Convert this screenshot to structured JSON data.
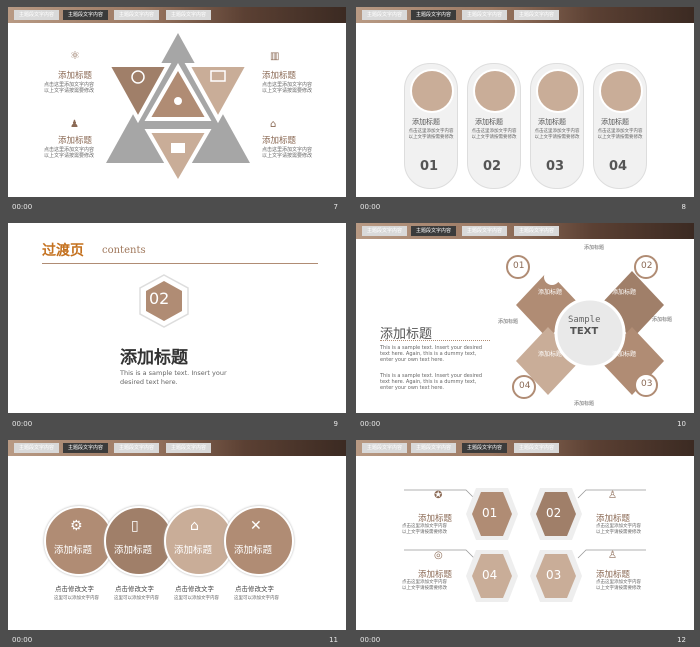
{
  "tabs": [
    "主题段文字内容",
    "主题段文字内容",
    "主题段文字内容",
    "主题段文字内容"
  ],
  "footer_time": "00:00",
  "colors": {
    "brown": "#b08c74",
    "dark_brown": "#8b6a55",
    "gray": "#a6a6a6",
    "bg": "#4d4d4d"
  },
  "slide7": {
    "page": "7",
    "items": [
      {
        "icon": "atom-icon",
        "title": "添加标题",
        "desc": "点击这里添加文字内容\n以上文字请按需要修改"
      },
      {
        "icon": "chart-icon",
        "title": "添加标题",
        "desc": "点击这里添加文字内容\n以上文字请按需要修改"
      },
      {
        "icon": "team-icon",
        "title": "添加标题",
        "desc": "点击这里添加文字内容\n以上文字请按需要修改"
      },
      {
        "icon": "bank-icon",
        "title": "添加标题",
        "desc": "点击这里添加文字内容\n以上文字请按需要修改"
      }
    ]
  },
  "slide8": {
    "page": "8",
    "cards": [
      {
        "title": "添加标题",
        "desc": "点击这里添加文字内容\n以上文字请按需要修改",
        "num": "01"
      },
      {
        "title": "添加标题",
        "desc": "点击这里添加文字内容\n以上文字请按需要修改",
        "num": "02"
      },
      {
        "title": "添加标题",
        "desc": "点击这里添加文字内容\n以上文字请按需要修改",
        "num": "03"
      },
      {
        "title": "添加标题",
        "desc": "点击这里添加文字内容\n以上文字请按需要修改",
        "num": "04"
      }
    ]
  },
  "slide9": {
    "page": "9",
    "heading": "过渡页",
    "sub": "contents",
    "num": "02",
    "title": "添加标题",
    "text": "This is a sample text. Insert your desired text here."
  },
  "slide10": {
    "page": "10",
    "center1": "Sample",
    "center2": "TEXT",
    "nums": [
      "01",
      "02",
      "03",
      "04"
    ],
    "petal_label": "添加标题",
    "callouts": [
      "添加标题",
      "添加标题",
      "添加标题",
      "添加标题"
    ],
    "title": "添加标题",
    "para1": "This is a sample text. Insert your desired text here. Again, this is a dummy text, enter your own text here.",
    "para2": "This is a sample text. Insert your desired text here. Again, this is a dummy text, enter your own text here."
  },
  "slide11": {
    "page": "11",
    "items": [
      {
        "icon": "gear-icon",
        "label": "添加标题",
        "sub": "点击修改文字",
        "desc": "这里可以添加文字内容"
      },
      {
        "icon": "phone-icon",
        "label": "添加标题",
        "sub": "点击修改文字",
        "desc": "这里可以添加文字内容"
      },
      {
        "icon": "home-icon",
        "label": "添加标题",
        "sub": "点击修改文字",
        "desc": "这里可以添加文字内容"
      },
      {
        "icon": "tools-icon",
        "label": "添加标题",
        "sub": "点击修改文字",
        "desc": "这里可以添加文字内容"
      }
    ]
  },
  "slide12": {
    "page": "12",
    "items": [
      {
        "num": "01",
        "title": "添加标题",
        "desc": "点击这里添加文字内容\n以上文字请按需要修改"
      },
      {
        "num": "02",
        "title": "添加标题",
        "desc": "点击这里添加文字内容\n以上文字请按需要修改"
      },
      {
        "num": "04",
        "title": "添加标题",
        "desc": "点击这里添加文字内容\n以上文字请按需要修改"
      },
      {
        "num": "03",
        "title": "添加标题",
        "desc": "点击这里添加文字内容\n以上文字请按需要修改"
      }
    ]
  }
}
